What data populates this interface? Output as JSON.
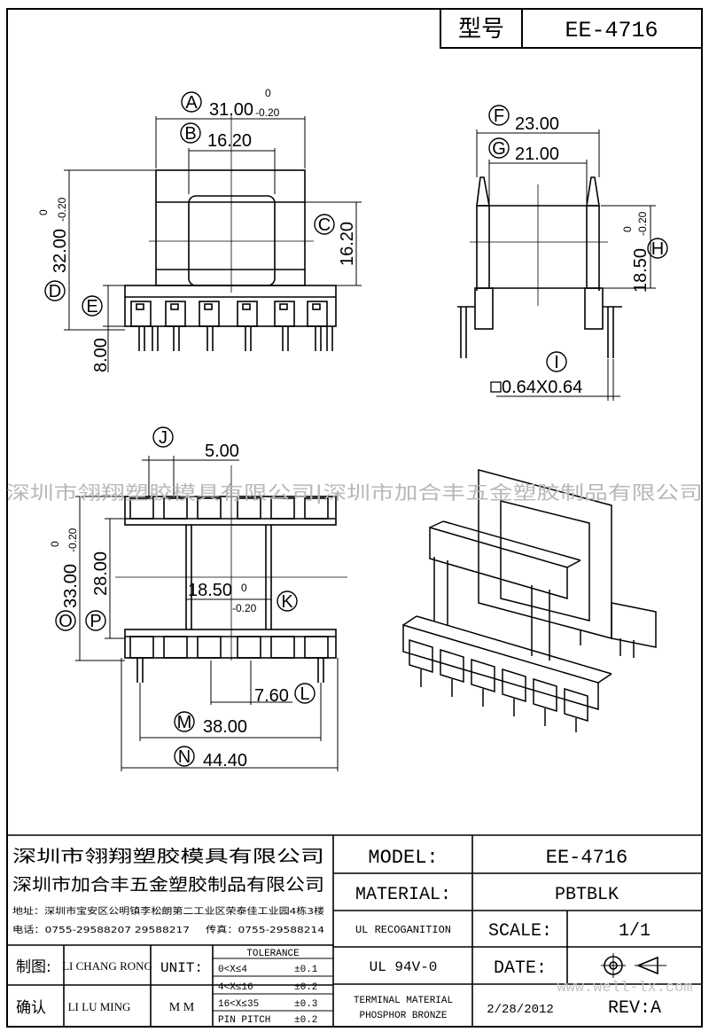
{
  "header": {
    "model_label": "型号",
    "model_value": "EE-4716"
  },
  "watermark": {
    "text": "深圳市翎翔塑胶模具有限公司|深圳市加合丰五金塑胶制品有限公司",
    "site": "www.well-lx.com"
  },
  "dimensions": {
    "A": {
      "letter": "A",
      "value": "31.00",
      "tol_upper": "0",
      "tol_lower": "-0.20"
    },
    "B": {
      "letter": "B",
      "value": "16.20"
    },
    "C": {
      "letter": "C",
      "value": "16.20"
    },
    "D": {
      "letter": "D",
      "value": "32.00",
      "tol_upper": "0",
      "tol_lower": "-0.20"
    },
    "E": {
      "letter": "E",
      "value": "8.00"
    },
    "F": {
      "letter": "F",
      "value": "23.00"
    },
    "G": {
      "letter": "G",
      "value": "21.00"
    },
    "H": {
      "letter": "H",
      "value": "18.50",
      "tol_upper": "0",
      "tol_lower": "-0.20"
    },
    "I": {
      "letter": "I",
      "value": "0.64X0.64"
    },
    "J": {
      "letter": "J",
      "value": "5.00"
    },
    "K": {
      "letter": "K",
      "value": "18.50",
      "tol_upper": "0",
      "tol_lower": "-0.20"
    },
    "L": {
      "letter": "L",
      "value": "7.60"
    },
    "M": {
      "letter": "M",
      "value": "38.00"
    },
    "N": {
      "letter": "N",
      "value": "44.40"
    },
    "O": {
      "letter": "O",
      "value": "33.00",
      "tol_upper": "0",
      "tol_lower": "-0.20"
    },
    "P": {
      "letter": "P",
      "value": "28.00"
    }
  },
  "title_block": {
    "company1": "深圳市翎翔塑胶模具有限公司",
    "company2": "深圳市加合丰五金塑胶制品有限公司",
    "address": "地址：深圳市宝安区公明镇李松朗第二工业区荣泰佳工业园4栋3楼",
    "phone": "电话：0755-29588207  29588217",
    "fax": "传真：0755-29588214",
    "drawn_label": "制图:",
    "drawn_by": "LI CHANG RONG",
    "checked_label": "确认",
    "checked_by": "LI LU MING",
    "unit_label": "UNIT:",
    "unit_value": "M M",
    "tolerance_title": "TOLERANCE",
    "tolerances": [
      {
        "range": "0<X≤4",
        "tol": "±0.1"
      },
      {
        "range": "4<X≤16",
        "tol": "±0.2"
      },
      {
        "range": "16<X≤35",
        "tol": "±0.3"
      },
      {
        "range": "PIN PITCH",
        "tol": "±0.2"
      }
    ],
    "model_label": "MODEL:",
    "model_value": "EE-4716",
    "material_label": "MATERIAL:",
    "material_value": "PBTBLK",
    "ul_label": "UL RECOGANITION",
    "ul_value": "UL 94V-0",
    "terminal_line1": "TERMINAL MATERIAL",
    "terminal_line2": "PHOSPHOR  BRONZE",
    "scale_label": "SCALE:",
    "scale_value": "1/1",
    "date_label": "DATE:",
    "date_value": "2/28/2012",
    "rev_label": "REV:A"
  }
}
